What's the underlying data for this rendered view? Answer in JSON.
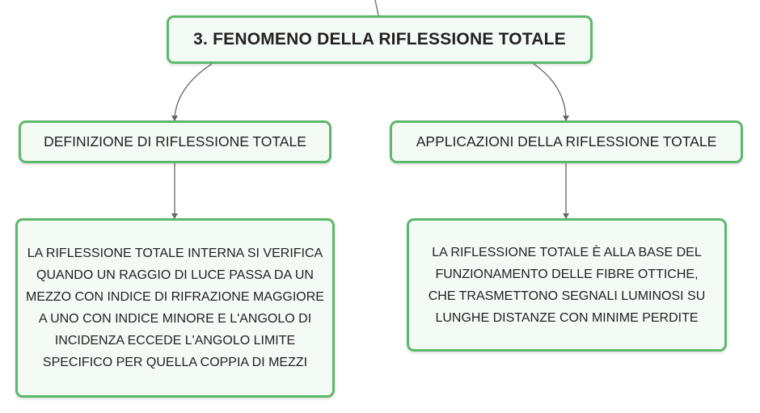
{
  "diagram": {
    "root": {
      "label": "3. FENOMENO DELLA RIFLESSIONE TOTALE"
    },
    "branches": [
      {
        "label": "DEFINIZIONE DI RIFLESSIONE TOTALE",
        "detail": "LA RIFLESSIONE TOTALE INTERNA SI VERIFICA QUANDO UN RAGGIO DI LUCE PASSA DA UN MEZZO CON INDICE DI RIFRAZIONE MAGGIORE A UNO CON INDICE MINORE E L'ANGOLO DI INCIDENZA ECCEDE L'ANGOLO LIMITE SPECIFICO PER QUELLA COPPIA DI MEZZI"
      },
      {
        "label": "APPLICAZIONI DELLA RIFLESSIONE TOTALE",
        "detail": "LA RIFLESSIONE TOTALE È ALLA BASE DEL FUNZIONAMENTO DELLE FIBRE OTTICHE, CHE TRASMETTONO SEGNALI LUMINOSI SU LUNGHE DISTANZE CON MINIME PERDITE"
      }
    ]
  },
  "colors": {
    "node_border": "#5cb86a",
    "node_fill": "#f4fbf5",
    "connector": "#666666"
  }
}
